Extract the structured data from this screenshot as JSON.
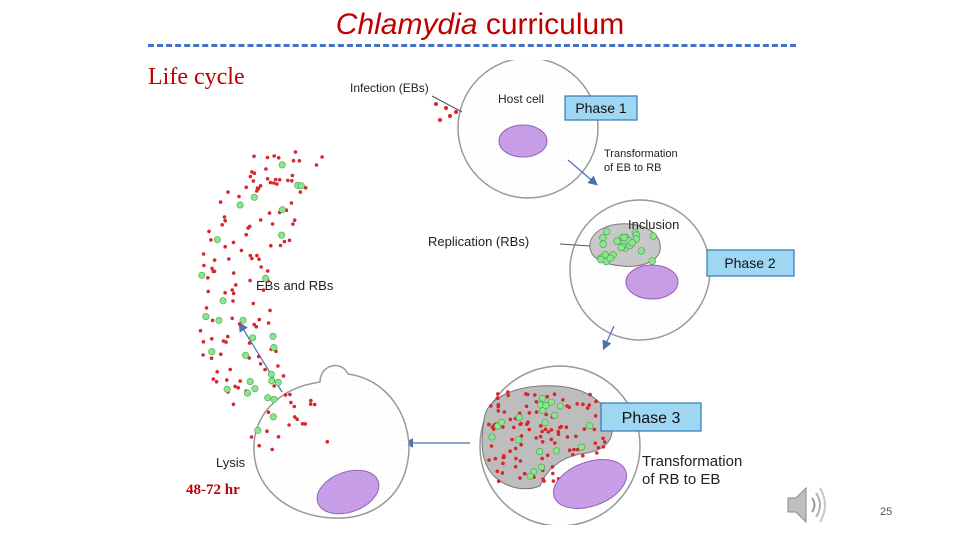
{
  "slide": {
    "title_italic": "Chlamydia",
    "title_rest": " curriculum",
    "subtitle": "Life cycle",
    "duration": "48-72 hr",
    "page_number": "25"
  },
  "diagram": {
    "labels": {
      "infection": "Infection (EBs)",
      "host_cell": "Host cell",
      "transform_eb_rb_1": "Transformation",
      "transform_eb_rb_2": "of EB to RB",
      "inclusion": "Inclusion",
      "replication": "Replication (RBs)",
      "ebs_rbs": "EBs and RBs",
      "transform_rb_eb_1": "Transformation",
      "transform_rb_eb_2": "of RB to EB",
      "lysis": "Lysis"
    },
    "phases": [
      "Phase 1",
      "Phase 2",
      "Phase 3"
    ],
    "colors": {
      "phase_box": "#9fd7f3",
      "nucleus": "#c9a0e8",
      "eb_dot": "#d8262d",
      "rb_dot": "#8be58f",
      "arrow": "#4a6fb5"
    }
  },
  "icons": {
    "speaker": "speaker-icon"
  }
}
